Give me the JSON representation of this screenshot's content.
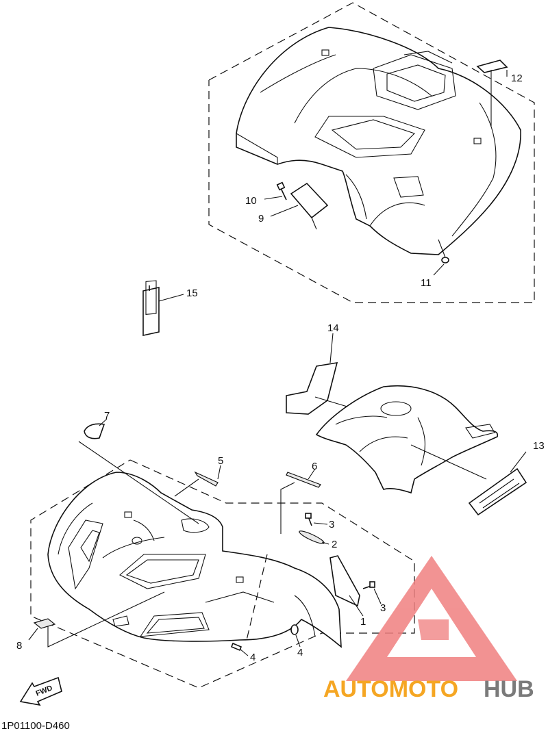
{
  "diagram": {
    "code": "1P01100-D460",
    "fwd_label": "FWD",
    "callouts": [
      "1",
      "2",
      "3",
      "3",
      "4",
      "4",
      "5",
      "6",
      "7",
      "8",
      "9",
      "10",
      "11",
      "12",
      "13",
      "14",
      "15"
    ]
  },
  "watermark": {
    "part1": "AUTOMOTO",
    "part2": "HUB",
    "color1": "#f5a623",
    "color2": "#7a7a7a",
    "logo_color": "#f08080"
  }
}
